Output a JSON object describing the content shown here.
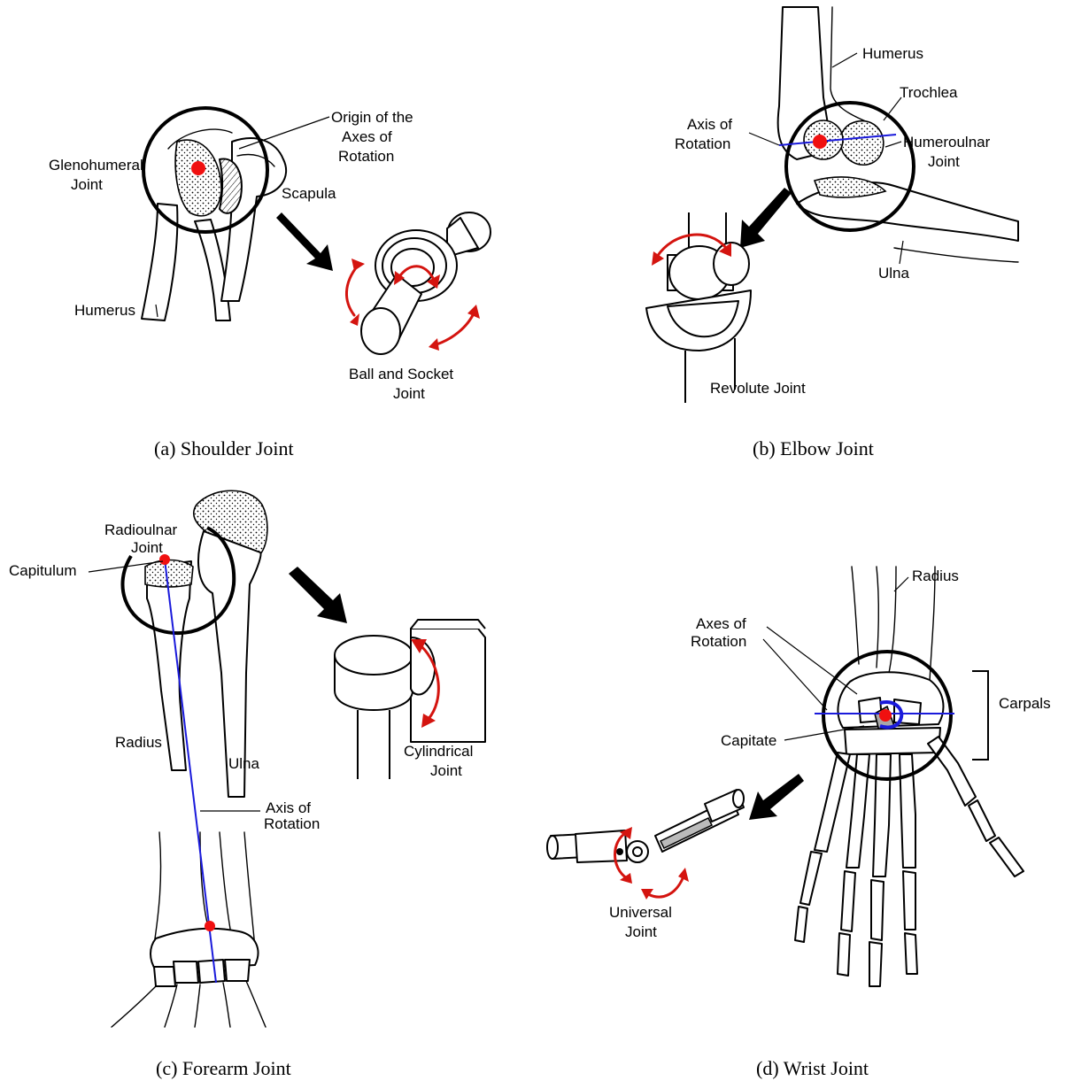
{
  "panels": {
    "shoulder": {
      "caption": "(a) Shoulder Joint",
      "labels": {
        "origin": [
          "Origin of the",
          "Axes of",
          "Rotation"
        ],
        "glenohumeral": [
          "Glenohumeral",
          "Joint"
        ],
        "scapula": "Scapula",
        "humerus": "Humerus",
        "ball_socket": [
          "Ball and Socket",
          "Joint"
        ]
      }
    },
    "elbow": {
      "caption": "(b) Elbow Joint",
      "labels": {
        "humerus": "Humerus",
        "trochlea": "Trochlea",
        "axis": [
          "Axis of",
          "Rotation"
        ],
        "humeroulnar": [
          "Humeroulnar",
          "Joint"
        ],
        "ulna": "Ulna",
        "revolute": "Revolute Joint"
      }
    },
    "forearm": {
      "caption": "(c) Forearm Joint",
      "labels": {
        "radioulnar": [
          "Radioulnar",
          "Joint"
        ],
        "capitulum": "Capitulum",
        "radius": "Radius",
        "ulna": "Ulna",
        "cylindrical": [
          "Cylindrical",
          "Joint"
        ],
        "axis": [
          "Axis of",
          "Rotation"
        ]
      }
    },
    "wrist": {
      "caption": "(d) Wrist Joint",
      "labels": {
        "radius": "Radius",
        "axes": [
          "Axes of",
          "Rotation"
        ],
        "carpals": "Carpals",
        "capitate": "Capitate",
        "universal": [
          "Universal",
          "Joint"
        ]
      }
    }
  },
  "colors": {
    "rotation_arrow": "#d4140f",
    "axis_line": "#1a1adb",
    "joint_point": "#f01010"
  }
}
